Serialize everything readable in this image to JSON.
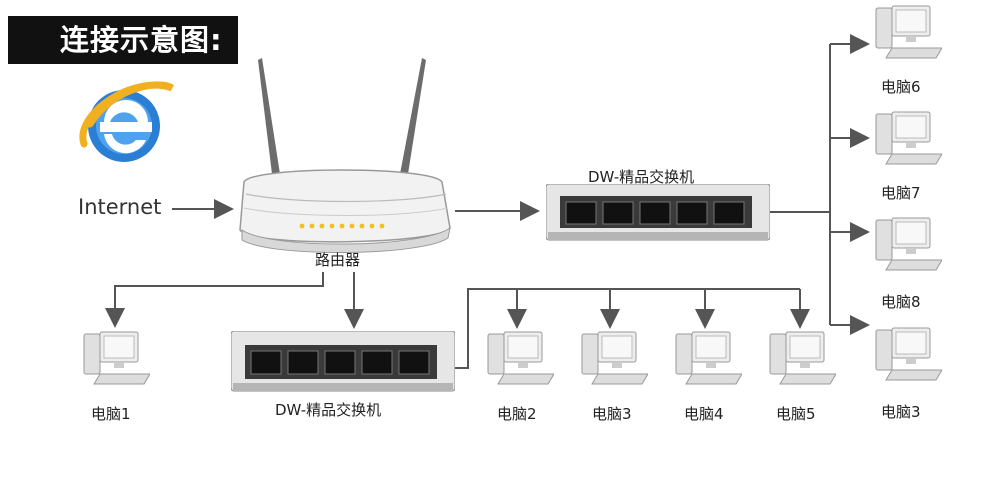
{
  "title": "连接示意图:",
  "source": {
    "label": "Internet",
    "icon": "ie-browser-icon"
  },
  "router": {
    "label": "路由器"
  },
  "switches": [
    {
      "label": "DW-精品交换机"
    },
    {
      "label": "DW-精品交换机"
    }
  ],
  "computers": {
    "left": "电脑1",
    "bottom": [
      "电脑2",
      "电脑3",
      "电脑4",
      "电脑5"
    ],
    "right": [
      "电脑6",
      "电脑7",
      "电脑8",
      "电脑3"
    ]
  },
  "colors": {
    "line": "#555555",
    "ie_blue": "#2a7fd4",
    "ie_ring": "#f0b020"
  }
}
